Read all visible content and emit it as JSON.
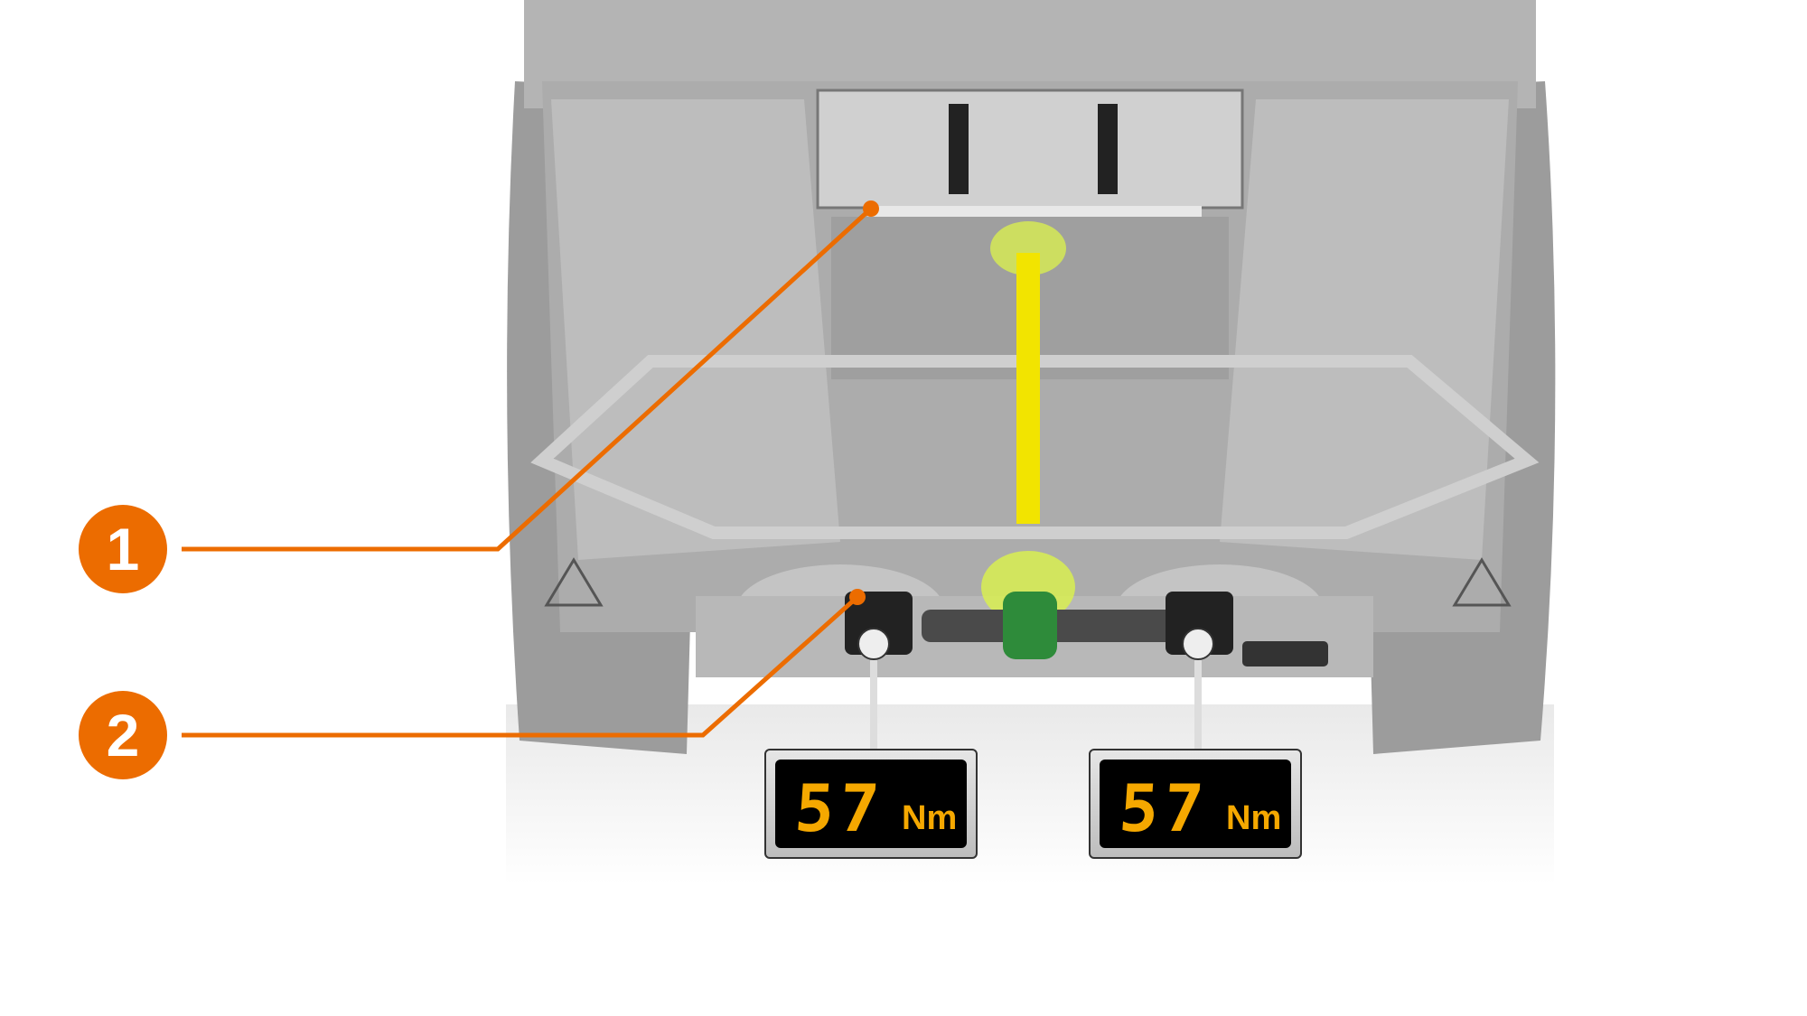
{
  "callouts": [
    {
      "number": "1"
    },
    {
      "number": "2"
    }
  ],
  "displays": [
    {
      "value": "57",
      "unit": "Nm"
    },
    {
      "value": "57",
      "unit": "Nm"
    }
  ],
  "colors": {
    "accent": "#ec6c00",
    "display_digits": "#f5a800",
    "shaft": "#f2e400",
    "gearbox": "#2e8b3a"
  }
}
